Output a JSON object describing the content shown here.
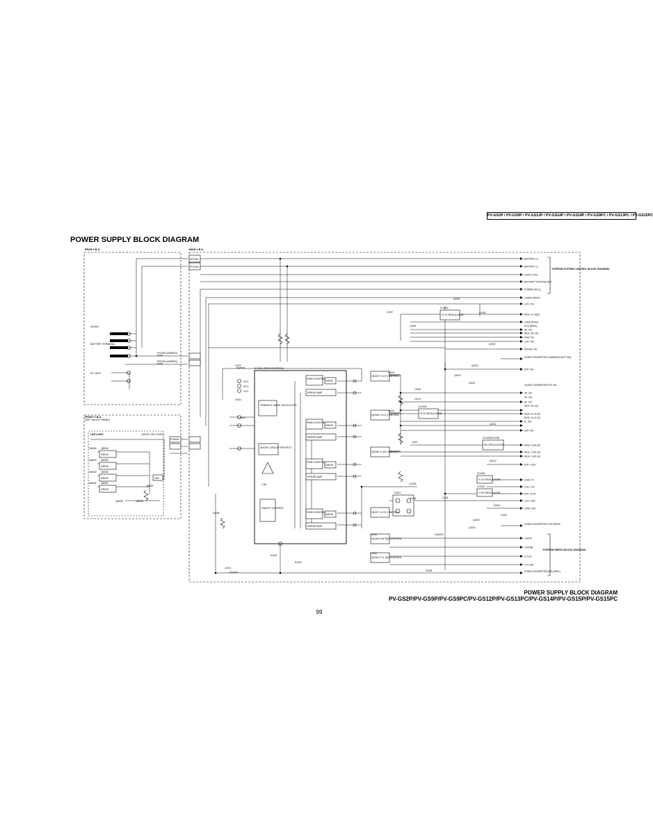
{
  "header": {
    "models": "PV-GS2P / PV-GS9P / PV-GS12P / PV-GS14P / PV-GS18P / PV-GS9PC / PV-GS13PC / PV-GS15PC"
  },
  "title": "POWER SUPPLY BLOCK DIAGRAM",
  "footer": {
    "title": "POWER SUPPLY BLOCK DIAGRAM",
    "models": "PV-GS2P/PV-GS9P/PV-GS9PC/PV-GS12P/PV-GS13PC/PV-GS14P/PV-GS15P/PV-GS15PC",
    "page": "99"
  },
  "boards": {
    "rear": "REAR C.B.A.",
    "main": "MAIN C.B.A.",
    "front": "FRONT C.B.A.",
    "front_sub": "(SKY VALLEY PANEL)",
    "led_light": "LED LIGHT",
    "ext_led": "(NTSC LED LIGHT)"
  },
  "left_parts": {
    "jk": "JK1001",
    "battery": "BATTERY TERMINAL",
    "dcjack": "DC JACK",
    "fp1": "FP1001",
    "fp2": "FP1002",
    "fuse1": "FP1003 (UNREG)",
    "fuse2": "FP1004 (UNREG)",
    "ps": "PS6001",
    "drive": "DRIVE",
    "leds": [
      "D6004",
      "D6003",
      "D6002",
      "D6001"
    ],
    "q_drive": [
      "Q6004",
      "Q6003",
      "Q6002",
      "Q6001"
    ],
    "q_lower": [
      "Q6005",
      "Q6006",
      "Q6007"
    ],
    "led_out": "LED"
  },
  "core": {
    "ic": "IC1001 (PWM CONTROL)",
    "vcc": "VCC",
    "triangle": "TRIANGLE WAVE OSCILLATOR",
    "protect": "SHORT CIRCUIT PROTECT",
    "onoff": "ON/OFF CONTROL",
    "ref": "1.5V",
    "pwm": "PWM CONTROL",
    "drive": "DRIVE",
    "error": "ERROR AMP",
    "vref": "Vref"
  },
  "regulators": {
    "r1": "IC1002",
    "r1_label": "+3.1V REGULATOR",
    "r2": "IC1003",
    "r2_label": "+3.1V REGULATOR",
    "r3": "IC1004",
    "r3_label": "+3.1V REGULATOR",
    "r4": "IC1005/IC1006",
    "r4_label": "+5V REGULATOR",
    "r5": "IC1007",
    "r5_label": "+7.5V REGULATOR",
    "q_ctrl": [
      "Q1004 +3.1V CONTROL",
      "Q1005 +3.1V CONTROL",
      "Q1006 +1.8V CONTROL",
      "Q1007 +4.7V CONTROL",
      "Q1008 CAP.SW CONTROL",
      "Q1009 CYL.SW CONTROL"
    ]
  },
  "outputs_top": [
    "BATTERY (+)",
    "BATTERY (-)",
    "LIGHT CTRL",
    "BATTERY VOLTAGE DET",
    "POWER ON (L)",
    "LASER DRIVE",
    "LCD +5V",
    "REG +3.1V(D)",
    "LENS DRIVE",
    "SYS (MISC)",
    "AF +5V",
    "REG +5V (A)",
    "FMIL+5V",
    "LCD +5V",
    "EVF/BL +5V",
    "ZOOM CONVERTER (CAMERA/LIGHT ON)",
    "EVF +5V"
  ],
  "outputs_mid": [
    "ZOOM CONVERTER EVF ON",
    "AF +3V",
    "FP +3V",
    "SF +3V",
    "REG +3V (D)",
    "REG +3.1V (A)",
    "REG +3.1V (D)",
    "A_+5V",
    "EVF +5V",
    "REG +1.8V (D)",
    "REG +1.8V (D)",
    "REG +1.8V (A)",
    "EVF +1.8V",
    "CAM -7V",
    "LCD -12V",
    "EVF +9.4V",
    "LCD +15V",
    "CAM +15V",
    "ZOOM CONVERTER CCD DRIVE"
  ],
  "outputs_bottom": [
    "CAP M",
    "CAP BR",
    "CYL M",
    "CYL SW",
    "ZOOM CONVERTER (MS) (PWC)"
  ],
  "blocks": {
    "system_control": "TO/FROM SYSTEM CONTROL BLOCK DIAGRAM",
    "servo": "TO/FROM SERVO BLOCK DIAGRAM"
  },
  "misc_labels": {
    "l_coils": [
      "L1001",
      "L1002",
      "L1003",
      "L1004",
      "L1005",
      "L1006",
      "L1007",
      "L1008",
      "L1009",
      "L1010",
      "L1011",
      "L1012"
    ],
    "q_side": [
      "Q1001",
      "Q1002",
      "Q1003",
      "Q1010",
      "Q1011",
      "Q1012",
      "Q1013",
      "Q1014",
      "Q1015",
      "Q1016"
    ],
    "diodes": [
      "D1001",
      "D1002",
      "D1003",
      "D1004",
      "D1005",
      "D1006",
      "D1007",
      "D1008",
      "D1011"
    ],
    "transformer": "T1001",
    "cn": "CN1001"
  }
}
